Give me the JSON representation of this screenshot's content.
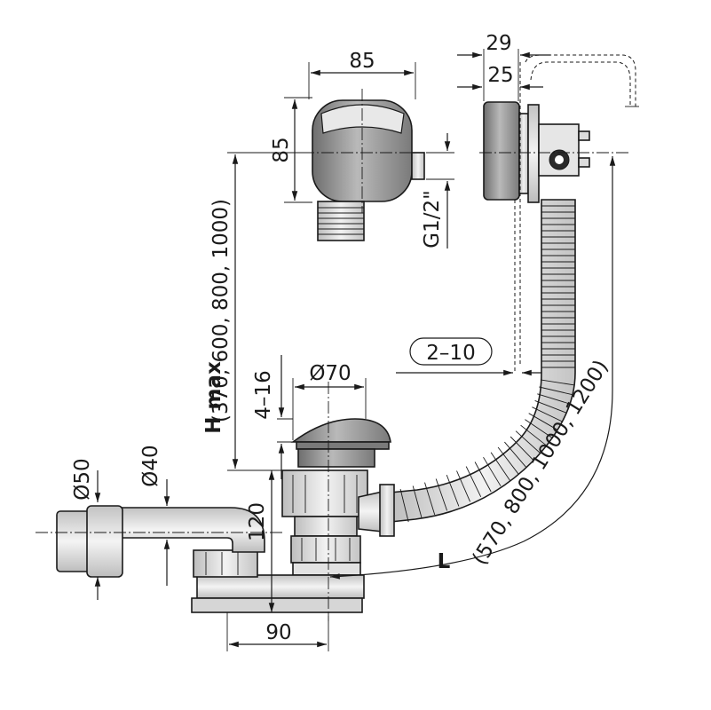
{
  "dimensions": {
    "width_overflow": "85",
    "height_overflow": "85",
    "thread_overflow": "G1/2\"",
    "outer_depth": "29",
    "inner_depth": "25",
    "wall_thickness": "2–10",
    "h_max_label": "H max",
    "h_max_values": "(370, 600, 800, 1000)",
    "cap_lift": "4–16",
    "cap_diameter": "Ø70",
    "trap_height": "120",
    "outlet_diameter_outer": "Ø50",
    "outlet_diameter_inner": "Ø40",
    "trap_width": "90",
    "length_label": "L",
    "length_values": "(570, 800, 1000, 1200)"
  },
  "colors": {
    "metal_dark": "#8c8c8c",
    "metal_light": "#d8d8d8",
    "plastic": "#e6e6e6",
    "line": "#1a1a1a"
  }
}
